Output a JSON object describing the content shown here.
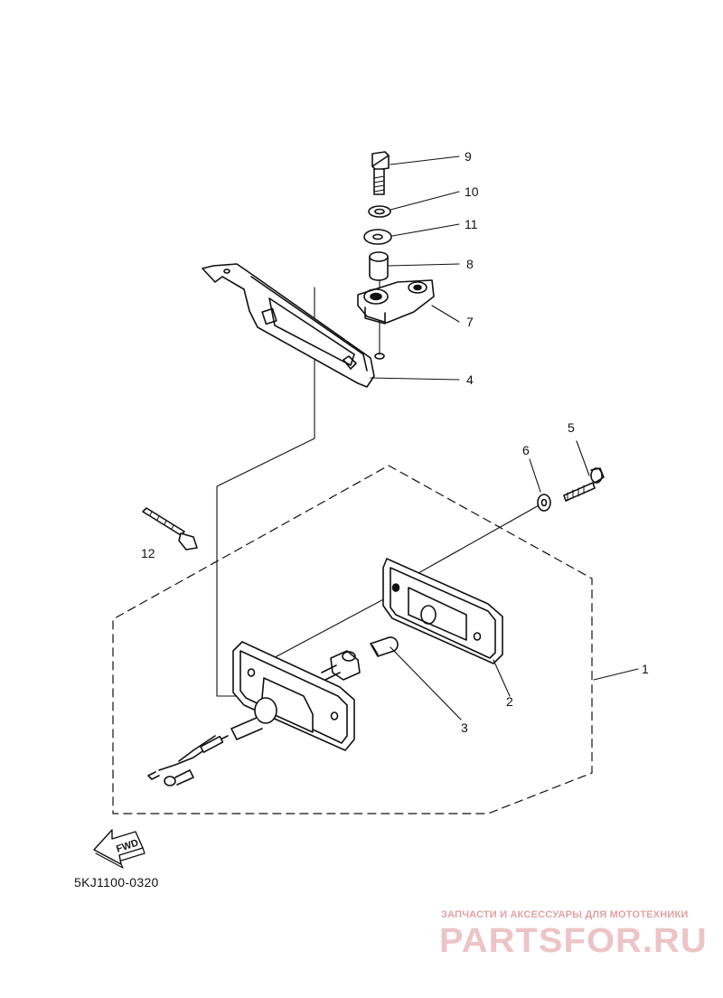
{
  "diagram": {
    "callouts": [
      "1",
      "2",
      "3",
      "4",
      "5",
      "6",
      "7",
      "8",
      "9",
      "10",
      "11",
      "12"
    ],
    "fwd_label": "FWD",
    "drawing_code": "5KJ1100-0320"
  },
  "watermark": {
    "tagline": "ЗАПЧАСТИ И АКСЕССУАРЫ ДЛЯ МОТОТЕХНИКИ",
    "logo": "PARTSFOR.RU"
  },
  "colors": {
    "line": "#111111",
    "watermark": "#e2a1a6"
  }
}
